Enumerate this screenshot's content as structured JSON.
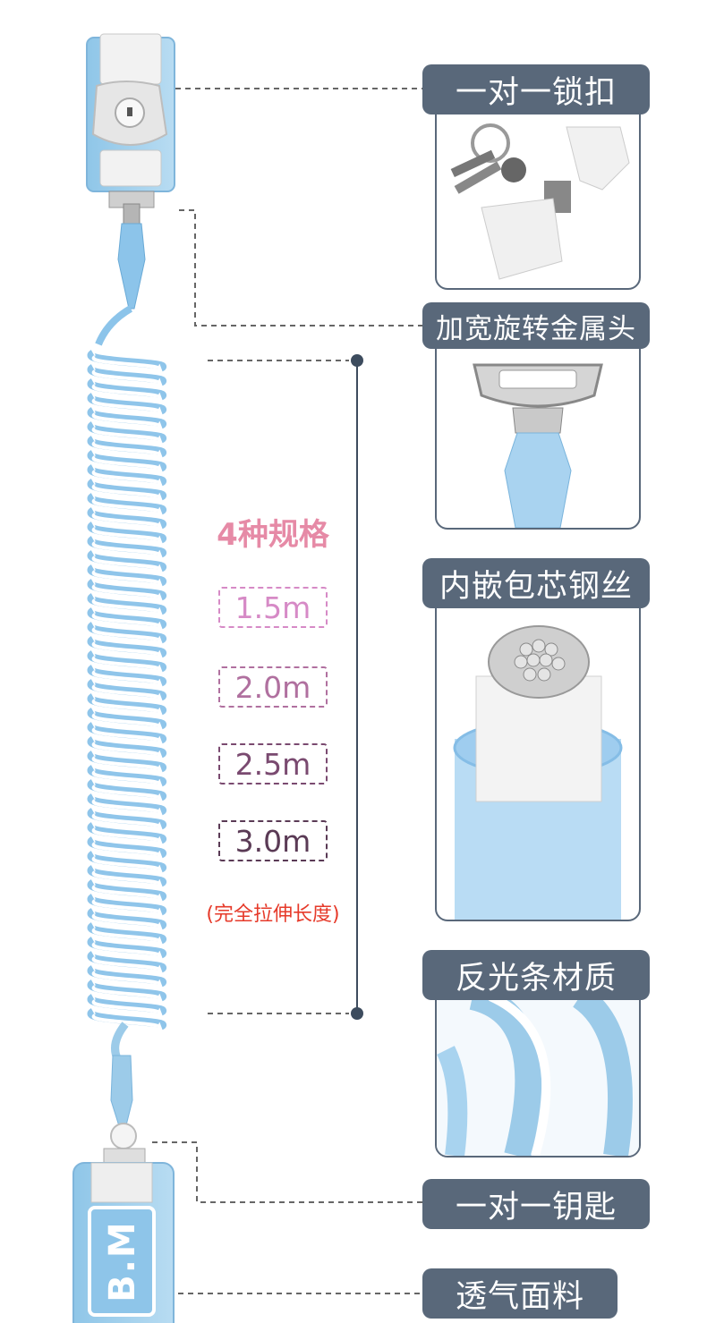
{
  "features": [
    {
      "label": "一对一锁扣"
    },
    {
      "label": "加宽旋转金属头"
    },
    {
      "label": "内嵌包芯钢丝"
    },
    {
      "label": "反光条材质"
    },
    {
      "label": "一对一钥匙"
    },
    {
      "label": "透气面料"
    }
  ],
  "specs": {
    "title": "4种规格",
    "items": [
      "1.5m",
      "2.0m",
      "2.5m",
      "3.0m"
    ],
    "note": "(完全拉伸长度)"
  },
  "brand_logo_text": "B.M",
  "colors": {
    "label_bg": "#59687a",
    "title_pink": "#e68aa6",
    "spec_colors": [
      "#d68ac6",
      "#b0709f",
      "#7a4a70",
      "#5a3a55"
    ],
    "note_red": "#e63a2a",
    "cable_blue": "#9ccbe9",
    "cable_white": "#ffffff"
  }
}
